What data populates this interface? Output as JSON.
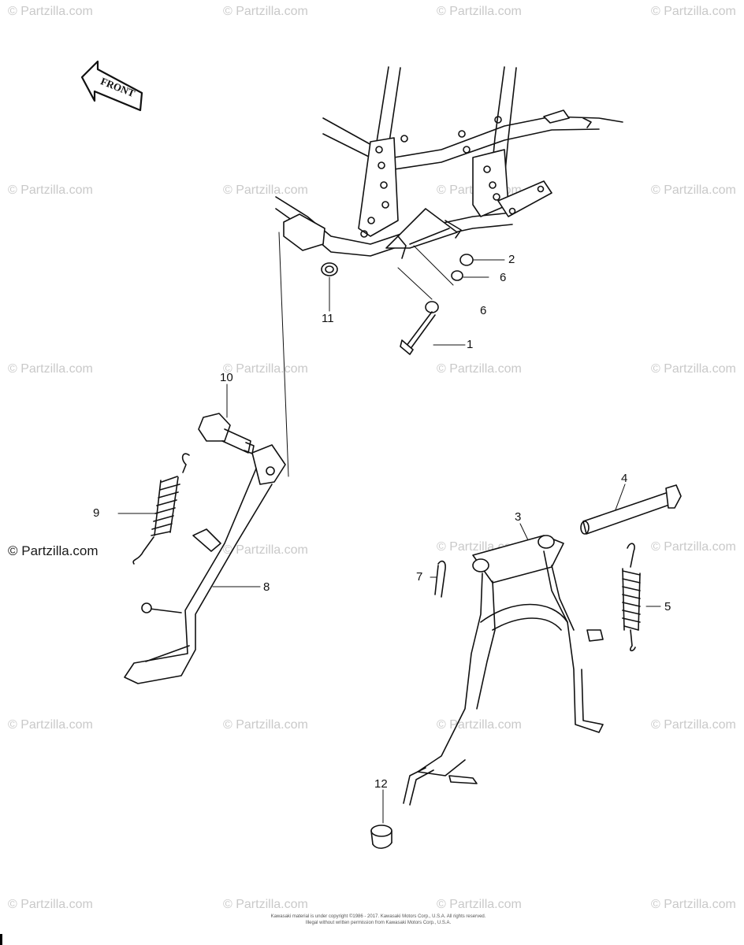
{
  "watermark": "© Partzilla.com",
  "front_label": "FRONT",
  "callouts": [
    "1",
    "2",
    "3",
    "4",
    "5",
    "6",
    "6",
    "7",
    "8",
    "9",
    "10",
    "11",
    "12"
  ],
  "copyright": {
    "line1": "Kawasaki material is under copyright ©1986 - 2017. Kawasaki Motors Corp., U.S.A. All rights reserved.",
    "line2": "Illegal without written permission from Kawasaki Motors Corp., U.S.A."
  }
}
